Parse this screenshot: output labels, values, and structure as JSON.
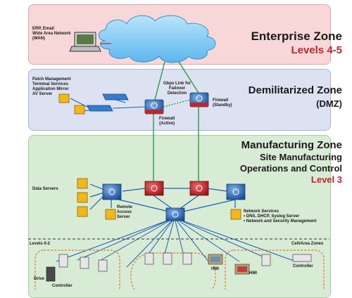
{
  "zones": {
    "enterprise": {
      "title": "Enterprise Zone",
      "subtitle": "Levels 4-5"
    },
    "dmz": {
      "title": "Demilitarized Zone",
      "subtitle": "(DMZ)"
    },
    "manufacturing": {
      "title": "Manufacturing Zone",
      "line2": "Site Manufacturing",
      "line3": "Operations and Control",
      "subtitle": "Level 3"
    }
  },
  "labels": {
    "erp": [
      "ERP, Email",
      "Wide Area Network",
      "(WAN)"
    ],
    "patch": [
      "Patch Management",
      "Terminal Services",
      "Application Mirror",
      "AV Server"
    ],
    "gbps": [
      "Gbps Link for",
      "Failover",
      "Detection"
    ],
    "fw_standby": [
      "Firewall",
      "(Standby)"
    ],
    "fw_active": [
      "Firewall",
      "(Active)"
    ],
    "data_servers": "Data Servers",
    "remote_access": [
      "Remote",
      "Access",
      "Server"
    ],
    "network_services": {
      "title": "Network Services",
      "items": [
        "• DNS, DHCP, Syslog Server",
        "• Network and Security Management"
      ]
    },
    "levels_02": "Levels 0-2",
    "cell_area": "Cell/Area Zones",
    "drive": "Drive",
    "controller_left": "Controller",
    "controller_right": "Controller",
    "hmi_center": "HMI",
    "hmi_right": "HMI"
  },
  "colors": {
    "enterprise_accent": "#c0272d",
    "level3_accent": "#c0272d",
    "dmz_accent": "#1a1a1a",
    "link_blue": "#1f5fb3",
    "link_green": "#1a9a3a",
    "server_gold": "#f2b81a"
  }
}
